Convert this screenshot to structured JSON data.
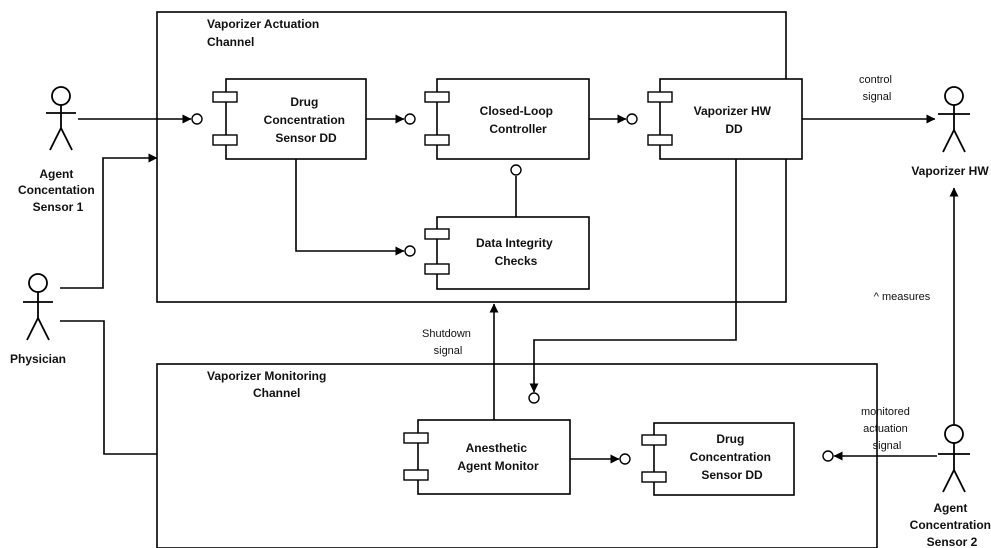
{
  "channels": {
    "actuation": [
      "Vaporizer Actuation",
      "Channel"
    ],
    "monitoring": [
      "Vaporizer Monitoring",
      "Channel"
    ]
  },
  "components": {
    "drug_sensor_top": [
      "Drug",
      "Concentration",
      "Sensor DD"
    ],
    "closed_loop": [
      "Closed-Loop",
      "Controller"
    ],
    "vaporizer_hw_dd": [
      "Vaporizer HW",
      "DD"
    ],
    "data_integrity": [
      "Data Integrity",
      "Checks"
    ],
    "anesthetic_monitor": [
      "Anesthetic",
      "Agent Monitor"
    ],
    "drug_sensor_bottom": [
      "Drug",
      "Concentration",
      "Sensor DD"
    ]
  },
  "actors": {
    "sensor1": [
      "Agent",
      "Concentation",
      "Sensor 1"
    ],
    "physician": [
      "Physician"
    ],
    "vaporizer_hw": [
      "Vaporizer HW"
    ],
    "sensor2": [
      "Agent",
      "Concentration",
      "Sensor 2"
    ]
  },
  "labels": {
    "control_signal": [
      "control",
      "signal"
    ],
    "shutdown_signal": [
      "Shutdown",
      "signal"
    ],
    "measures": [
      "^ measures"
    ],
    "monitored_signal": [
      "monitored",
      "actuation",
      "signal"
    ]
  }
}
